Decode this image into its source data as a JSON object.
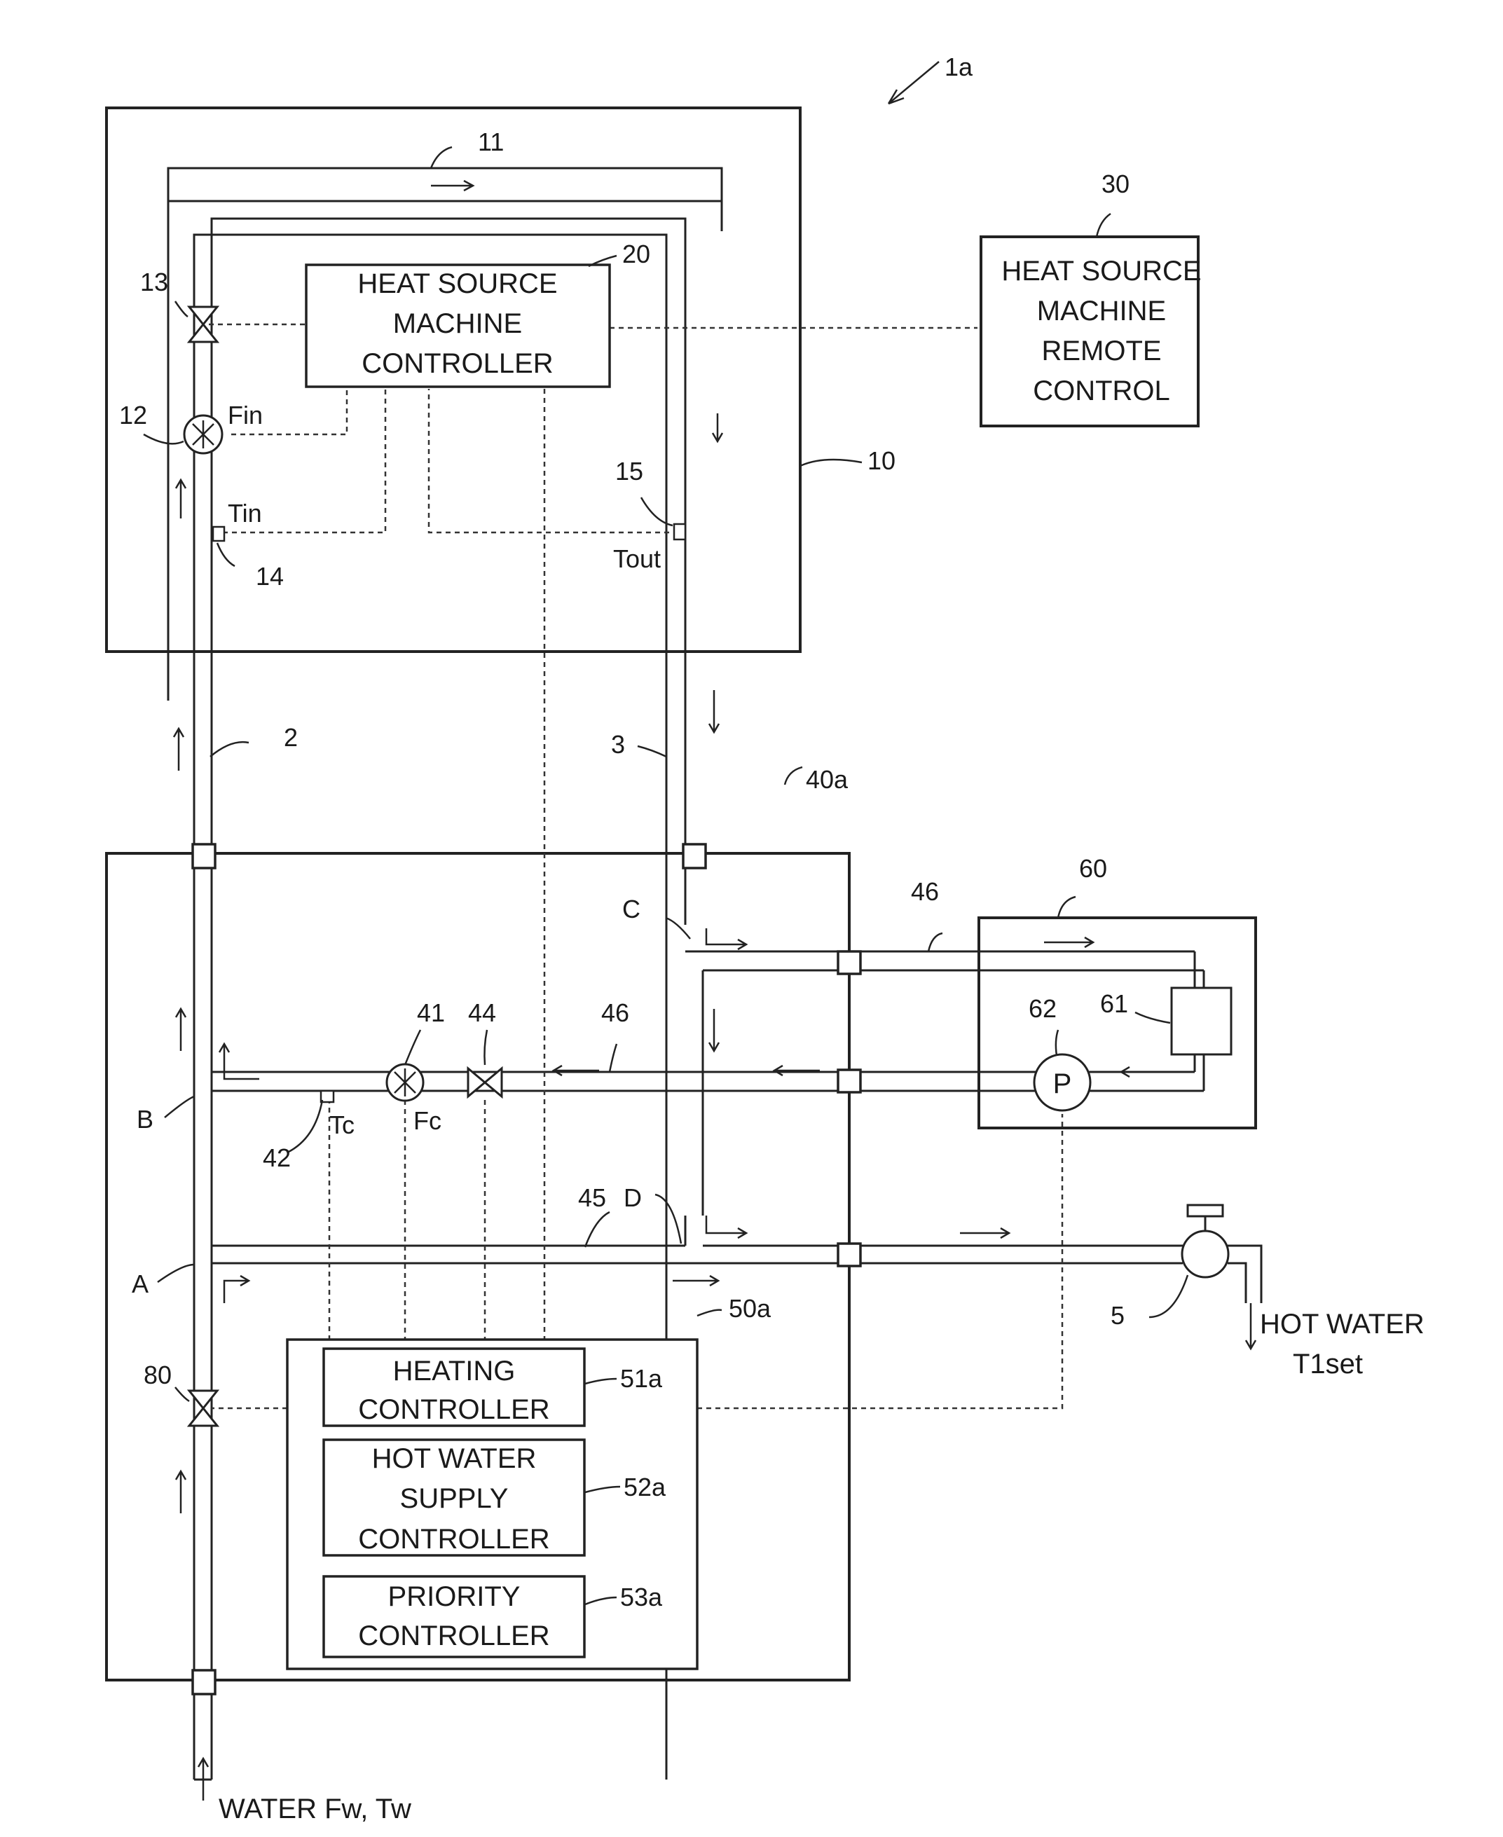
{
  "system_ref": "1a",
  "heat_source_machine": {
    "ref": "10",
    "heat_exchanger_ref": "11",
    "flow_sensor_ref": "12",
    "valve_ref": "13",
    "inlet_temp_sensor_ref": "14",
    "outlet_temp_sensor_ref": "15",
    "fin_label": "Fin",
    "tin_label": "Tin",
    "tout_label": "Tout",
    "controller": {
      "ref": "20",
      "lines": [
        "HEAT SOURCE",
        "MACHINE",
        "CONTROLLER"
      ]
    }
  },
  "remote_control": {
    "ref": "30",
    "lines": [
      "HEAT SOURCE",
      "MACHINE",
      "REMOTE",
      "CONTROL"
    ]
  },
  "pipes": {
    "inlet_ref": "2",
    "outlet_ref": "3",
    "heating_ref": "46",
    "supply_ref": "45"
  },
  "unit": {
    "ref": "40a",
    "flow_sensor_ref": "41",
    "temp_sensor_ref": "42",
    "valve_ref": "44",
    "fc_label": "Fc",
    "tc_label": "Tc",
    "bypass_valve_ref": "80",
    "junctions": [
      "A",
      "B",
      "C",
      "D"
    ],
    "controller": {
      "ref": "50a",
      "subs": [
        {
          "ref": "51a",
          "lines": [
            "HEATING",
            "CONTROLLER"
          ]
        },
        {
          "ref": "52a",
          "lines": [
            "HOT WATER",
            "SUPPLY",
            "CONTROLLER"
          ]
        },
        {
          "ref": "53a",
          "lines": [
            "PRIORITY",
            "CONTROLLER"
          ]
        }
      ]
    }
  },
  "terminal": {
    "ref": "60",
    "heater_ref": "61",
    "pump_ref": "62",
    "pump_label": "P"
  },
  "faucet": {
    "ref": "5",
    "out_line1": "HOT WATER",
    "out_line2": "T1set"
  },
  "water_inlet": "WATER Fw, Tw"
}
